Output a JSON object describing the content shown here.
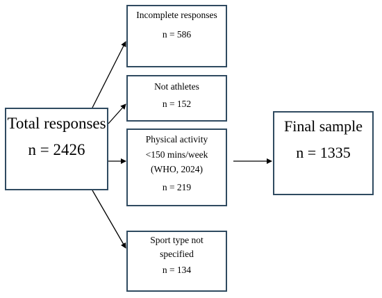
{
  "boxes": {
    "total": {
      "label": "Total responses",
      "count": "n = 2426"
    },
    "incomplete": {
      "label": "Incomplete responses",
      "count": "n = 586"
    },
    "not_athletes": {
      "label": "Not athletes",
      "count": "n = 152"
    },
    "physical_activity": {
      "label_lines": [
        "Physical activity",
        "<150 mins/week",
        "(WHO, 2024)"
      ],
      "count": "n = 219"
    },
    "sport_type": {
      "label_lines": [
        "Sport type not",
        "specified"
      ],
      "count": "n = 134"
    },
    "final": {
      "label": "Final sample",
      "count": "n = 1335"
    }
  },
  "colors": {
    "box_border": "#2f4a60",
    "arrow": "#000000"
  }
}
